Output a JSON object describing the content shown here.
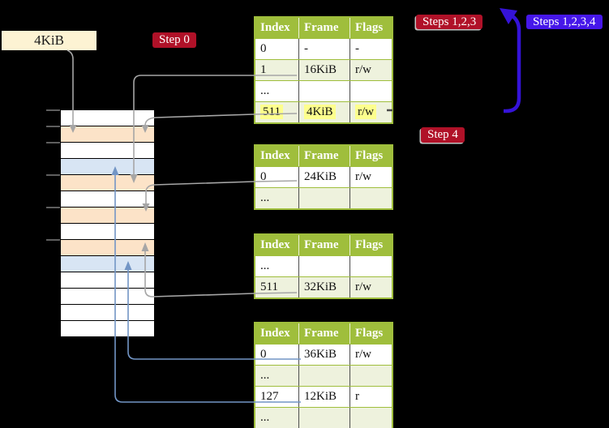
{
  "colors": {
    "background": "#000000",
    "crimson": "#b01128",
    "violet": "#4617e9",
    "arrow_violet": "#3513d9",
    "olive": "#9fbe3c",
    "pale_green": "#eef2dd",
    "wheat": "#fce3c8",
    "light_blue": "#d8e5f4",
    "cream": "#fdf3d3",
    "gray_arrow": "#a6a6a6",
    "steel_blue": "#7295c5",
    "highlight_yellow": "#fdff8d"
  },
  "labels": {
    "page_size_box": "4KiB",
    "step0_badge": "Step 0",
    "steps123_badge": "Steps 1,2,3",
    "steps1234_badge": "Steps 1,2,3,4",
    "step4_badge": "Step 4"
  },
  "page_tables": [
    {
      "name": "page-table-1",
      "headers": [
        "Index",
        "Frame",
        "Flags"
      ],
      "rows": [
        {
          "cells": [
            "0",
            "-",
            "-"
          ],
          "highlight": false
        },
        {
          "cells": [
            "1",
            "16KiB",
            "r/w"
          ],
          "highlight": false
        },
        {
          "cells": [
            "...",
            "",
            ""
          ],
          "highlight": false
        },
        {
          "cells": [
            "511",
            "4KiB",
            "r/w"
          ],
          "highlight": true
        }
      ]
    },
    {
      "name": "page-table-2",
      "headers": [
        "Index",
        "Frame",
        "Flags"
      ],
      "rows": [
        {
          "cells": [
            "0",
            "24KiB",
            "r/w"
          ],
          "highlight": false
        },
        {
          "cells": [
            "...",
            "",
            ""
          ],
          "highlight": false
        }
      ]
    },
    {
      "name": "page-table-3",
      "headers": [
        "Index",
        "Frame",
        "Flags"
      ],
      "rows": [
        {
          "cells": [
            "...",
            "",
            ""
          ],
          "highlight": false
        },
        {
          "cells": [
            "511",
            "32KiB",
            "r/w"
          ],
          "highlight": false
        }
      ]
    },
    {
      "name": "page-table-4",
      "headers": [
        "Index",
        "Frame",
        "Flags"
      ],
      "rows": [
        {
          "cells": [
            "0",
            "36KiB",
            "r/w"
          ],
          "highlight": false
        },
        {
          "cells": [
            "...",
            "",
            ""
          ],
          "highlight": false
        },
        {
          "cells": [
            "127",
            "12KiB",
            "r"
          ],
          "highlight": false
        },
        {
          "cells": [
            "...",
            "",
            ""
          ],
          "highlight": false
        }
      ]
    }
  ],
  "memory_column": {
    "rows": [
      "white",
      "wheat",
      "white",
      "blue",
      "wheat",
      "white",
      "wheat",
      "white",
      "wheat",
      "blue",
      "white",
      "white",
      "white",
      "white"
    ]
  },
  "connections": [
    {
      "id": "arrow-4kib-box-to-frame",
      "from": "page-size-box",
      "to": "memory-frame-2",
      "color": "gray"
    },
    {
      "id": "arrow-t1-row1-to-16kib",
      "from": "page-table-1 index 1",
      "to": "memory-frame-5",
      "color": "gray"
    },
    {
      "id": "arrow-t1-row511-to-4kib",
      "from": "page-table-1 index 511",
      "to": "memory-frame-2",
      "color": "gray"
    },
    {
      "id": "arrow-t2-row0-to-24kib",
      "from": "page-table-2 index 0",
      "to": "memory-frame-7",
      "color": "gray"
    },
    {
      "id": "arrow-t3-row511-to-32kib",
      "from": "page-table-3 index 511",
      "to": "memory-frame-9",
      "color": "gray"
    },
    {
      "id": "arrow-t4-row0-to-36kib",
      "from": "page-table-4 index 0",
      "to": "memory-frame-10",
      "color": "blue"
    },
    {
      "id": "arrow-t4-row127-to-12kib",
      "from": "page-table-4 index 127",
      "to": "memory-frame-4",
      "color": "blue"
    },
    {
      "id": "arrow-steps-loop",
      "from": "step 4 region",
      "to": "page-table-1 region",
      "color": "violet"
    }
  ]
}
